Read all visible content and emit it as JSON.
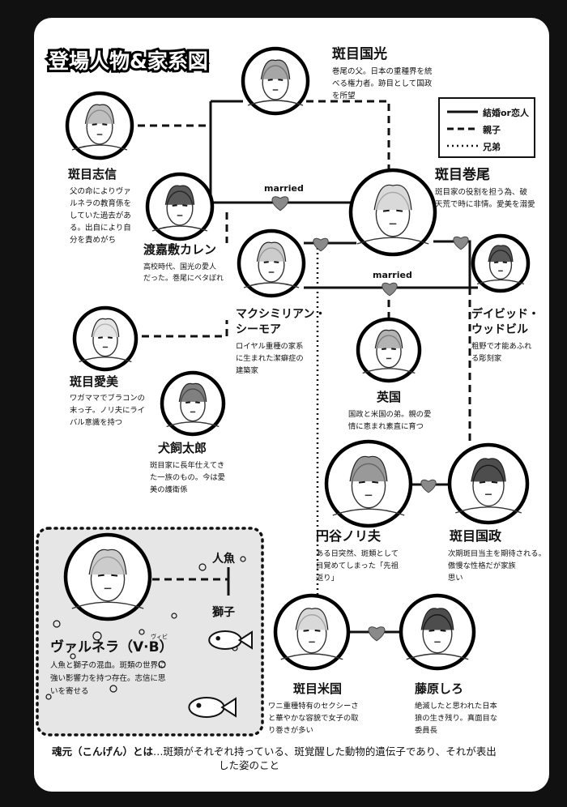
{
  "title": "登場人物&家系図",
  "legend": {
    "solid": "結婚or恋人",
    "dashed": "親子",
    "dotted": "兄弟"
  },
  "married_labels": [
    "married",
    "married"
  ],
  "characters": [
    {
      "id": "kunimitsu",
      "name": "斑目国光",
      "desc": [
        "巻尾の父。日本の重種界を統",
        "べる権力者。跡目として国政",
        "を所望"
      ]
    },
    {
      "id": "shishin",
      "name": "斑目志信",
      "desc": [
        "父の命によりヴァ",
        "ルネラの教育係を",
        "していた過去があ",
        "る。出自により自",
        "分を責めがち"
      ]
    },
    {
      "id": "karen",
      "name": "渡嘉敷カレン",
      "desc": [
        "高校時代、国光の愛人",
        "だった。巻尾にベタぼれ"
      ]
    },
    {
      "id": "makio",
      "name": "斑目巻尾",
      "desc": [
        "斑目家の役割を担う為、破",
        "天荒で時に非情。愛美を溺愛"
      ]
    },
    {
      "id": "maximilian",
      "name": [
        "マクシミリアン・",
        "シーモア"
      ],
      "desc": [
        "ロイヤル重種の家系",
        "に生まれた潔癖症の",
        "建築家"
      ]
    },
    {
      "id": "david",
      "name": [
        "デイビッド・",
        "ウッドビル"
      ],
      "desc": [
        "粗野で才能あふれ",
        "る彫刻家"
      ]
    },
    {
      "id": "manami",
      "name": "斑目愛美",
      "desc": [
        "ワガママでブラコンの",
        "末っ子。ノリ夫にライ",
        "バル意識を持つ"
      ]
    },
    {
      "id": "eikoku",
      "name": "英国",
      "desc": [
        "国政と米国の弟。親の愛",
        "情に恵まれ素直に育つ"
      ]
    },
    {
      "id": "taro",
      "name": "犬飼太郎",
      "desc": [
        "斑目家に長年仕えてき",
        "た一族のもの。今は愛",
        "美の護衛係"
      ]
    },
    {
      "id": "norio",
      "name": "円谷ノリ夫",
      "desc": [
        "ある日突然、斑類として",
        "目覚めてしまった「先祖",
        "返り」"
      ]
    },
    {
      "id": "kunimasa",
      "name": "斑目国政",
      "desc": [
        "次期斑目当主を期待される。",
        "傲慢な性格だが家族",
        "思い"
      ]
    },
    {
      "id": "varunera",
      "name": "ヴァルネラ（V·B）",
      "ruby": "ヴィビ",
      "desc": [
        "人魚と獅子の混血。斑類の世界に",
        "強い影響力を持つ存在。志信に思",
        "いを寄せる"
      ]
    },
    {
      "id": "beikoku",
      "name": "斑目米国",
      "desc": [
        "ワニ重種特有のセクシーさ",
        "と華やかな容貌で女子の取",
        "り巻きが多い"
      ]
    },
    {
      "id": "shiro",
      "name": "藤原しろ",
      "desc": [
        "絶滅したと思われた日本",
        "狼の生き残り。真面目な",
        "委員長"
      ]
    }
  ],
  "varunera_parents": [
    "人魚",
    "獅子"
  ],
  "footer": {
    "term": "魂元（こんげん）とは",
    "text": [
      "…斑類がそれぞれ持っている、斑覚醒した動物的遺伝子であり、それが表出",
      "した姿のこと"
    ]
  }
}
